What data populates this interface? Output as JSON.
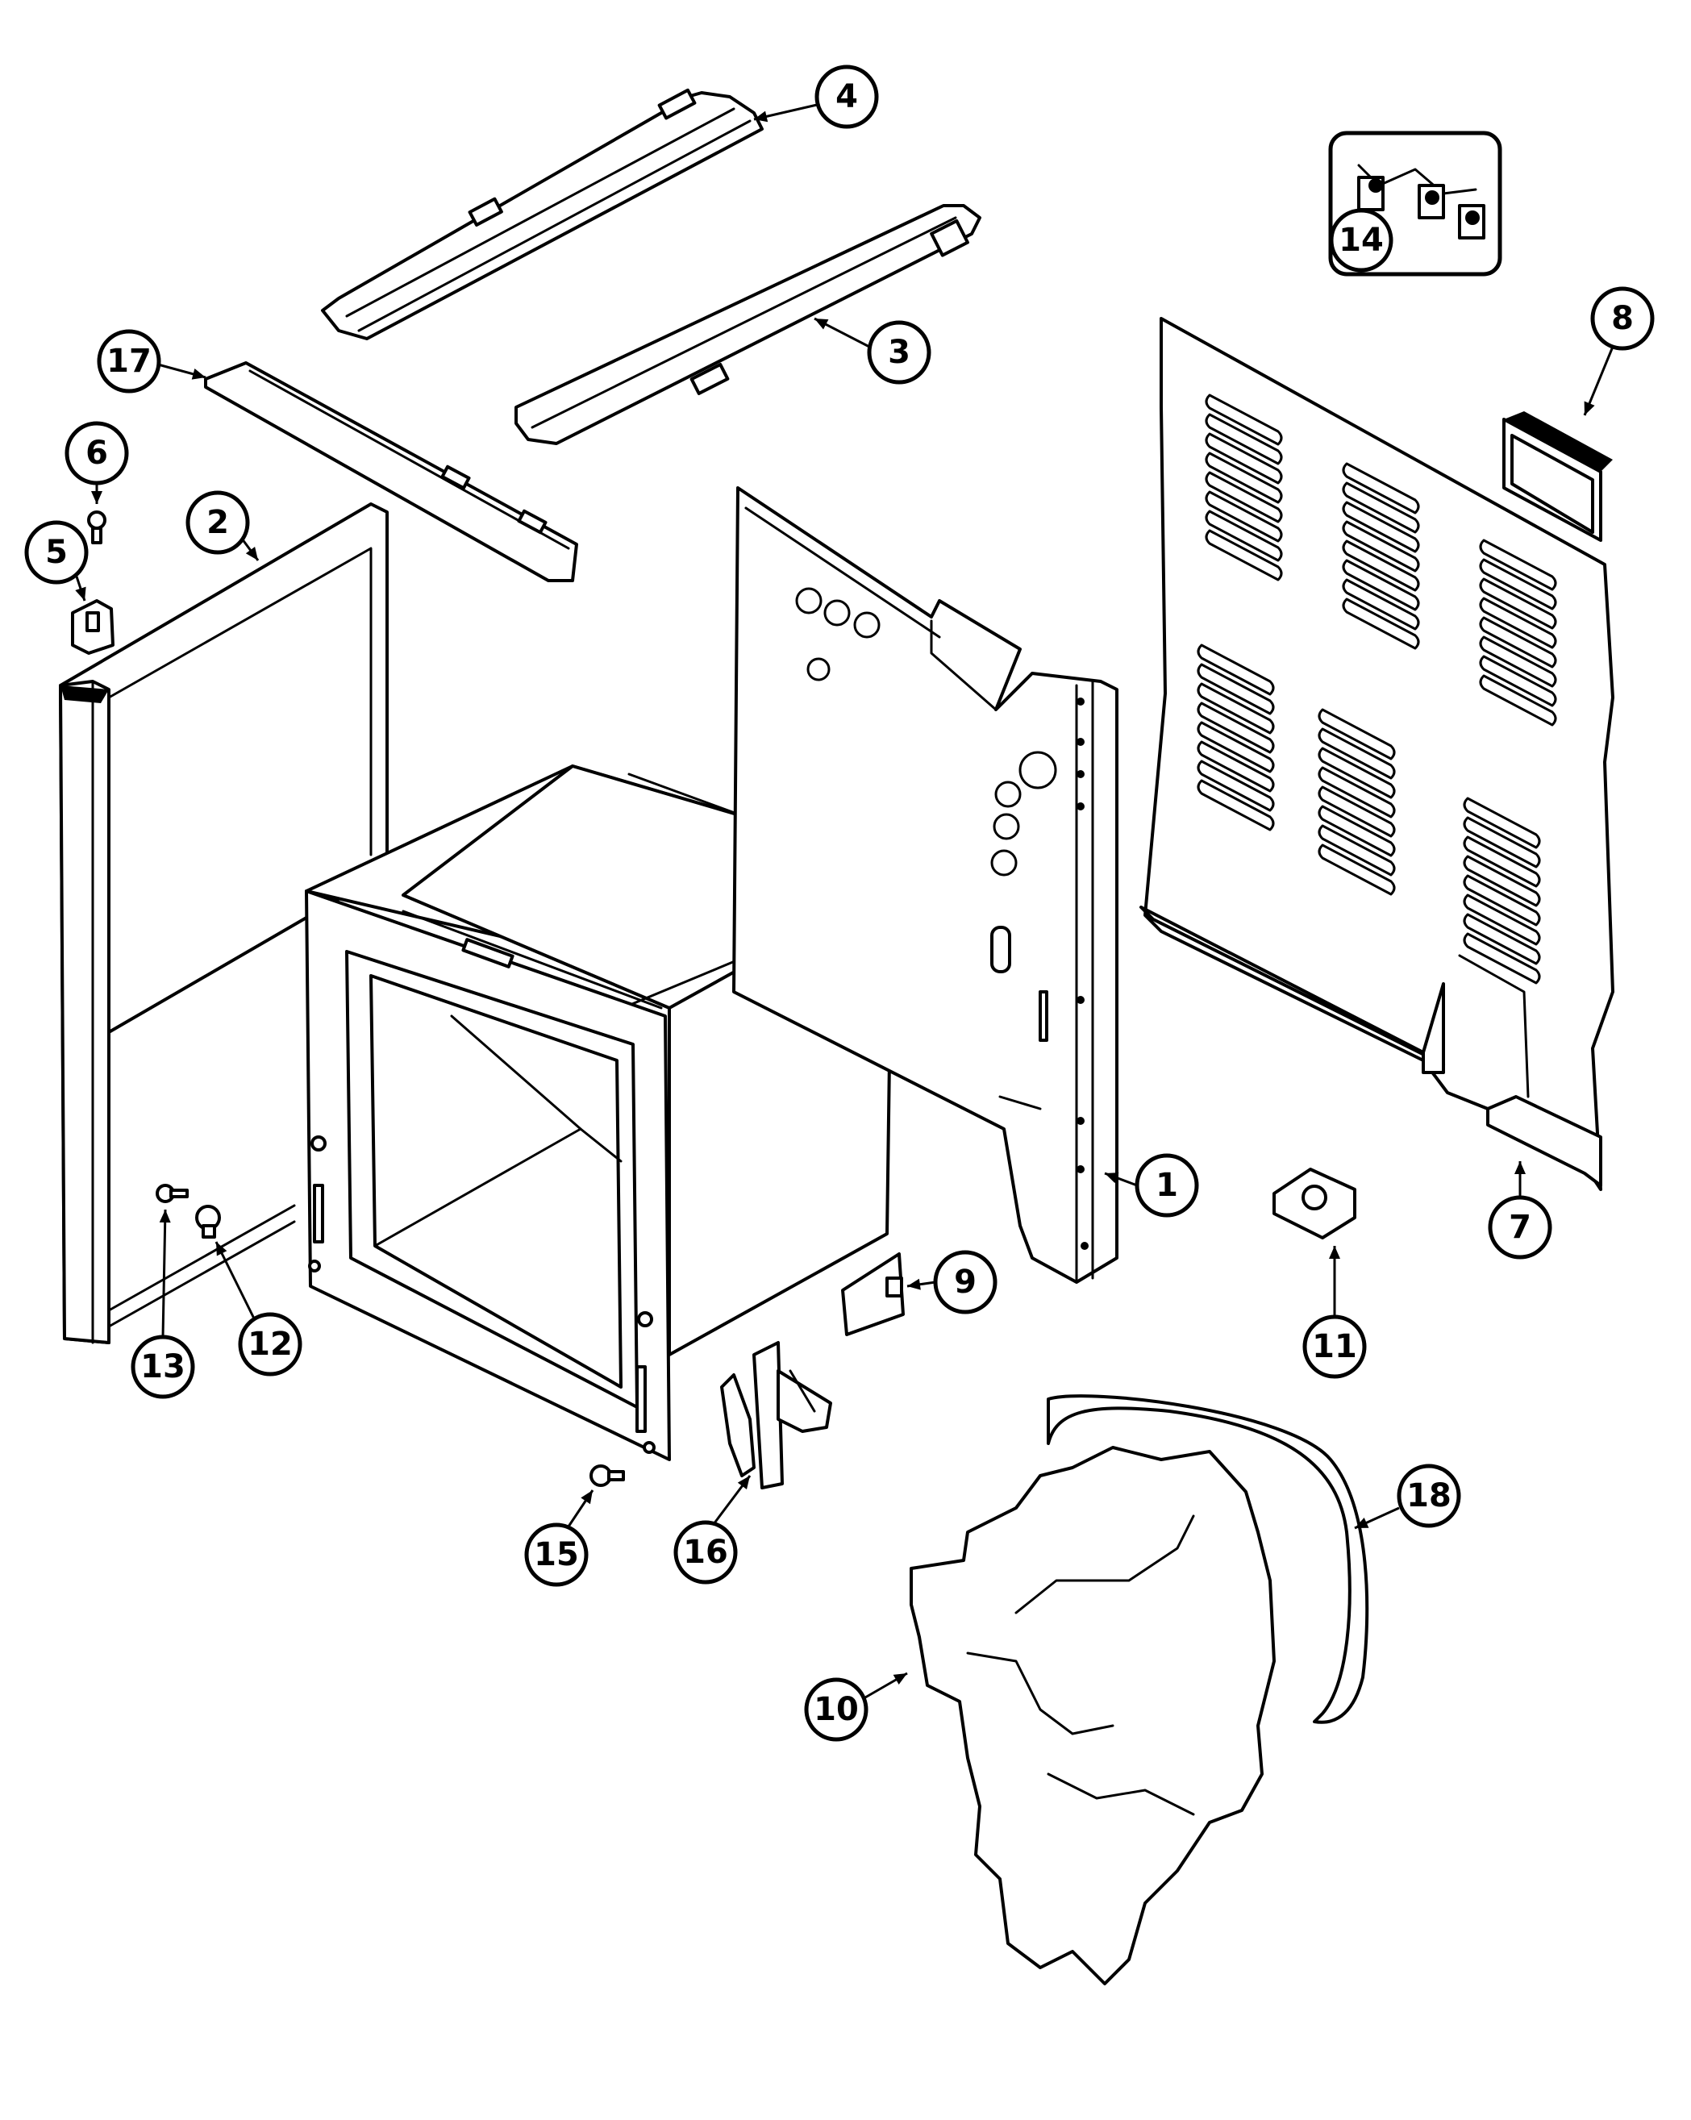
{
  "diagram": {
    "colors": {
      "line": "#000000",
      "background": "#ffffff"
    },
    "callouts": [
      {
        "id": "1",
        "label": "1"
      },
      {
        "id": "2",
        "label": "2"
      },
      {
        "id": "3",
        "label": "3"
      },
      {
        "id": "4",
        "label": "4"
      },
      {
        "id": "5",
        "label": "5"
      },
      {
        "id": "6",
        "label": "6"
      },
      {
        "id": "7",
        "label": "7"
      },
      {
        "id": "8",
        "label": "8"
      },
      {
        "id": "9",
        "label": "9"
      },
      {
        "id": "10",
        "label": "10"
      },
      {
        "id": "11",
        "label": "11"
      },
      {
        "id": "12",
        "label": "12"
      },
      {
        "id": "13",
        "label": "13"
      },
      {
        "id": "14",
        "label": "14"
      },
      {
        "id": "15",
        "label": "15"
      },
      {
        "id": "16",
        "label": "16"
      },
      {
        "id": "17",
        "label": "17"
      },
      {
        "id": "18",
        "label": "18"
      }
    ]
  }
}
